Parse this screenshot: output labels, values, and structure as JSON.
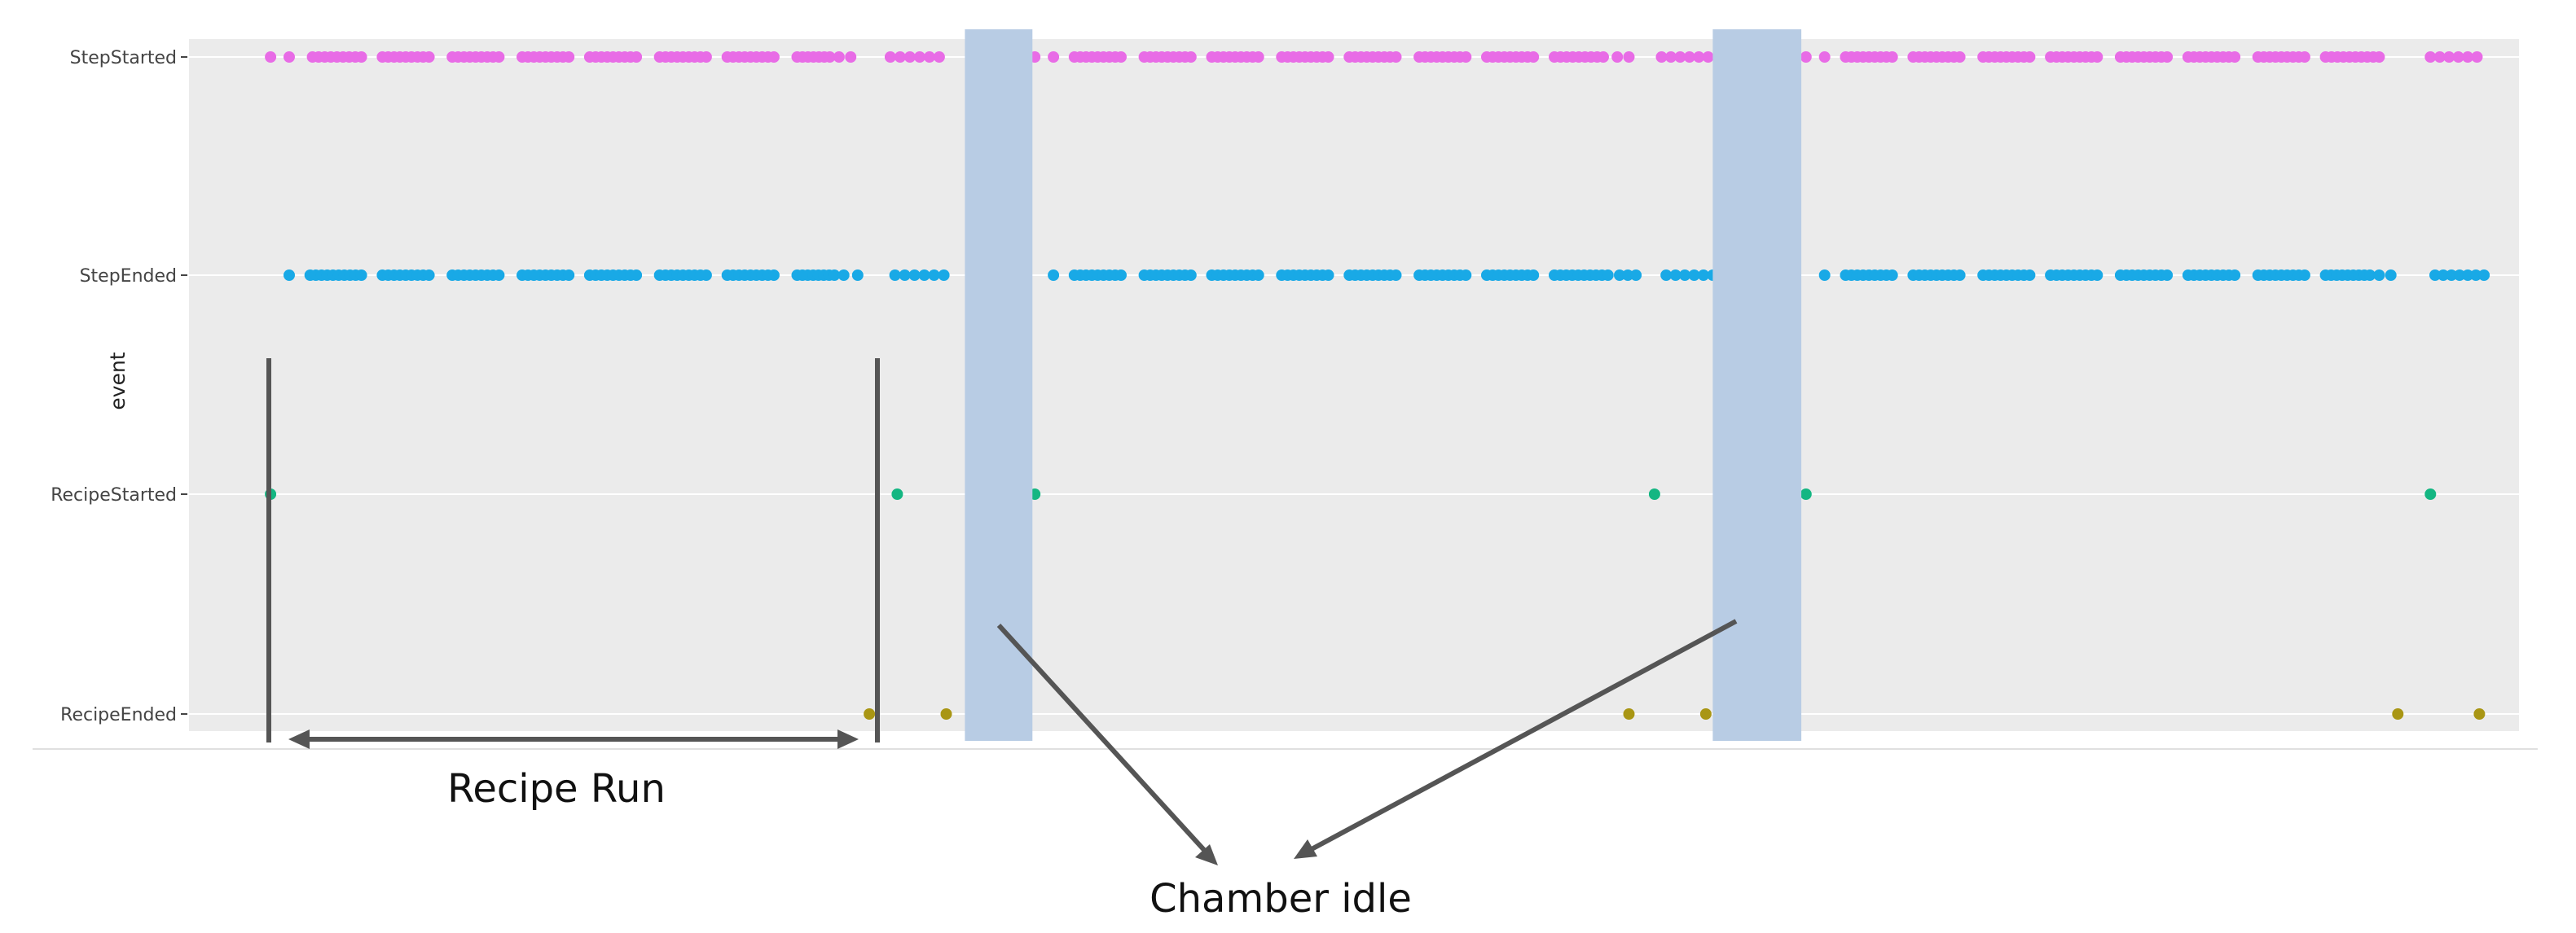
{
  "chart_data": {
    "type": "scatter",
    "title": "",
    "xlabel": "",
    "ylabel": "event",
    "categories": [
      "StepStarted",
      "StepEnded",
      "RecipeStarted",
      "RecipeEnded"
    ],
    "grid": true,
    "legend": "none",
    "xlim": [
      0,
      1000
    ],
    "colors": {
      "StepStarted": "#e86ce6",
      "StepEnded": "#19a9e6",
      "RecipeStarted": "#14b682",
      "RecipeEnded": "#a99614",
      "plot_bg": "#ebebeb",
      "gridline": "#ffffff",
      "idle_band": "#b8cce4",
      "annotation": "#555555"
    },
    "series": [
      {
        "category": "StepStarted",
        "clusters": [
          {
            "start": 35,
            "end": 35,
            "n": 1
          },
          {
            "start": 43,
            "end": 43,
            "n": 1
          },
          {
            "start": 53,
            "end": 74,
            "n": 9
          },
          {
            "start": 83,
            "end": 103,
            "n": 9
          },
          {
            "start": 113,
            "end": 133,
            "n": 9
          },
          {
            "start": 143,
            "end": 163,
            "n": 9
          },
          {
            "start": 172,
            "end": 192,
            "n": 9
          },
          {
            "start": 202,
            "end": 222,
            "n": 9
          },
          {
            "start": 231,
            "end": 251,
            "n": 9
          },
          {
            "start": 261,
            "end": 275,
            "n": 7
          },
          {
            "start": 279,
            "end": 284,
            "n": 2
          },
          {
            "start": 301,
            "end": 322,
            "n": 6
          },
          {
            "start": 363,
            "end": 363,
            "n": 1
          },
          {
            "start": 371,
            "end": 371,
            "n": 1
          },
          {
            "start": 380,
            "end": 400,
            "n": 9
          },
          {
            "start": 410,
            "end": 430,
            "n": 9
          },
          {
            "start": 439,
            "end": 459,
            "n": 9
          },
          {
            "start": 469,
            "end": 489,
            "n": 9
          },
          {
            "start": 498,
            "end": 518,
            "n": 9
          },
          {
            "start": 528,
            "end": 548,
            "n": 9
          },
          {
            "start": 557,
            "end": 577,
            "n": 9
          },
          {
            "start": 586,
            "end": 607,
            "n": 9
          },
          {
            "start": 613,
            "end": 618,
            "n": 2
          },
          {
            "start": 632,
            "end": 652,
            "n": 6
          },
          {
            "start": 694,
            "end": 694,
            "n": 1
          },
          {
            "start": 702,
            "end": 702,
            "n": 1
          },
          {
            "start": 711,
            "end": 731,
            "n": 9
          },
          {
            "start": 740,
            "end": 760,
            "n": 9
          },
          {
            "start": 770,
            "end": 790,
            "n": 9
          },
          {
            "start": 799,
            "end": 819,
            "n": 9
          },
          {
            "start": 829,
            "end": 849,
            "n": 9
          },
          {
            "start": 858,
            "end": 878,
            "n": 9
          },
          {
            "start": 888,
            "end": 908,
            "n": 9
          },
          {
            "start": 917,
            "end": 940,
            "n": 10
          },
          {
            "start": 962,
            "end": 982,
            "n": 6
          }
        ]
      },
      {
        "category": "StepEnded",
        "clusters": [
          {
            "start": 43,
            "end": 43,
            "n": 1
          },
          {
            "start": 52,
            "end": 74,
            "n": 10
          },
          {
            "start": 83,
            "end": 103,
            "n": 9
          },
          {
            "start": 113,
            "end": 133,
            "n": 9
          },
          {
            "start": 143,
            "end": 163,
            "n": 9
          },
          {
            "start": 172,
            "end": 192,
            "n": 9
          },
          {
            "start": 202,
            "end": 222,
            "n": 9
          },
          {
            "start": 231,
            "end": 251,
            "n": 9
          },
          {
            "start": 261,
            "end": 277,
            "n": 8
          },
          {
            "start": 281,
            "end": 287,
            "n": 2
          },
          {
            "start": 303,
            "end": 324,
            "n": 6
          },
          {
            "start": 371,
            "end": 371,
            "n": 1
          },
          {
            "start": 380,
            "end": 400,
            "n": 9
          },
          {
            "start": 410,
            "end": 430,
            "n": 9
          },
          {
            "start": 439,
            "end": 459,
            "n": 9
          },
          {
            "start": 469,
            "end": 489,
            "n": 9
          },
          {
            "start": 498,
            "end": 518,
            "n": 9
          },
          {
            "start": 528,
            "end": 548,
            "n": 9
          },
          {
            "start": 557,
            "end": 577,
            "n": 9
          },
          {
            "start": 586,
            "end": 609,
            "n": 10
          },
          {
            "start": 614,
            "end": 621,
            "n": 3
          },
          {
            "start": 634,
            "end": 654,
            "n": 6
          },
          {
            "start": 702,
            "end": 702,
            "n": 1
          },
          {
            "start": 711,
            "end": 731,
            "n": 9
          },
          {
            "start": 740,
            "end": 760,
            "n": 9
          },
          {
            "start": 770,
            "end": 790,
            "n": 9
          },
          {
            "start": 799,
            "end": 819,
            "n": 9
          },
          {
            "start": 829,
            "end": 849,
            "n": 9
          },
          {
            "start": 858,
            "end": 878,
            "n": 9
          },
          {
            "start": 888,
            "end": 908,
            "n": 9
          },
          {
            "start": 917,
            "end": 936,
            "n": 9
          },
          {
            "start": 940,
            "end": 945,
            "n": 2
          },
          {
            "start": 964,
            "end": 985,
            "n": 7
          }
        ]
      },
      {
        "category": "RecipeStarted",
        "points": [
          35,
          304,
          363,
          629,
          694,
          962
        ]
      },
      {
        "category": "RecipeEnded",
        "points": [
          292,
          325,
          618,
          651,
          948,
          983
        ]
      }
    ],
    "idle_periods": [
      {
        "start": 333,
        "end": 362
      },
      {
        "start": 654,
        "end": 692
      }
    ],
    "annotations": {
      "recipe_run": "Recipe Run",
      "chamber_idle": "Chamber idle"
    }
  }
}
